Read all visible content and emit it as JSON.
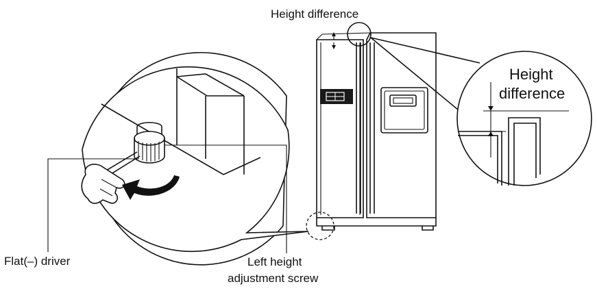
{
  "labels": {
    "top_height_difference": "Height difference",
    "zoom_height": "Height",
    "zoom_difference": "difference",
    "flat_driver": "Flat(–) driver",
    "screw_line1": "Left height",
    "screw_line2": "adjustment screw"
  },
  "icons": {
    "rotation": "rotation-arrow-icon",
    "hand": "hand-icon",
    "screwdriver": "screwdriver-icon"
  },
  "colors": {
    "line": "#111111",
    "background": "#ffffff"
  }
}
